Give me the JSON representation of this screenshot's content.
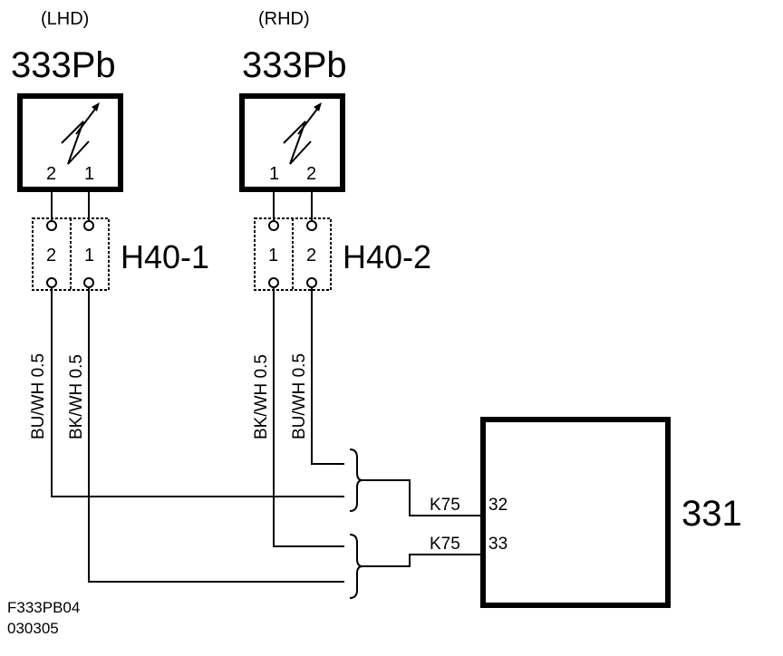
{
  "diagram": {
    "lhd": {
      "variant": "(LHD)",
      "component": "333Pb",
      "pins": [
        "2",
        "1"
      ],
      "connector": {
        "id": "H40-1",
        "pins": [
          "2",
          "1"
        ]
      },
      "wires": [
        "BU/WH 0.5",
        "BK/WH 0.5"
      ]
    },
    "rhd": {
      "variant": "(RHD)",
      "component": "333Pb",
      "pins": [
        "1",
        "2"
      ],
      "connector": {
        "id": "H40-2",
        "pins": [
          "1",
          "2"
        ]
      },
      "wires": [
        "BK/WH 0.5",
        "BU/WH 0.5"
      ]
    },
    "module": {
      "id": "331",
      "terminals": [
        {
          "connector": "K75",
          "pin": "32"
        },
        {
          "connector": "K75",
          "pin": "33"
        }
      ]
    },
    "footer": {
      "figure_id": "F333PB04",
      "date_code": "030305"
    }
  }
}
